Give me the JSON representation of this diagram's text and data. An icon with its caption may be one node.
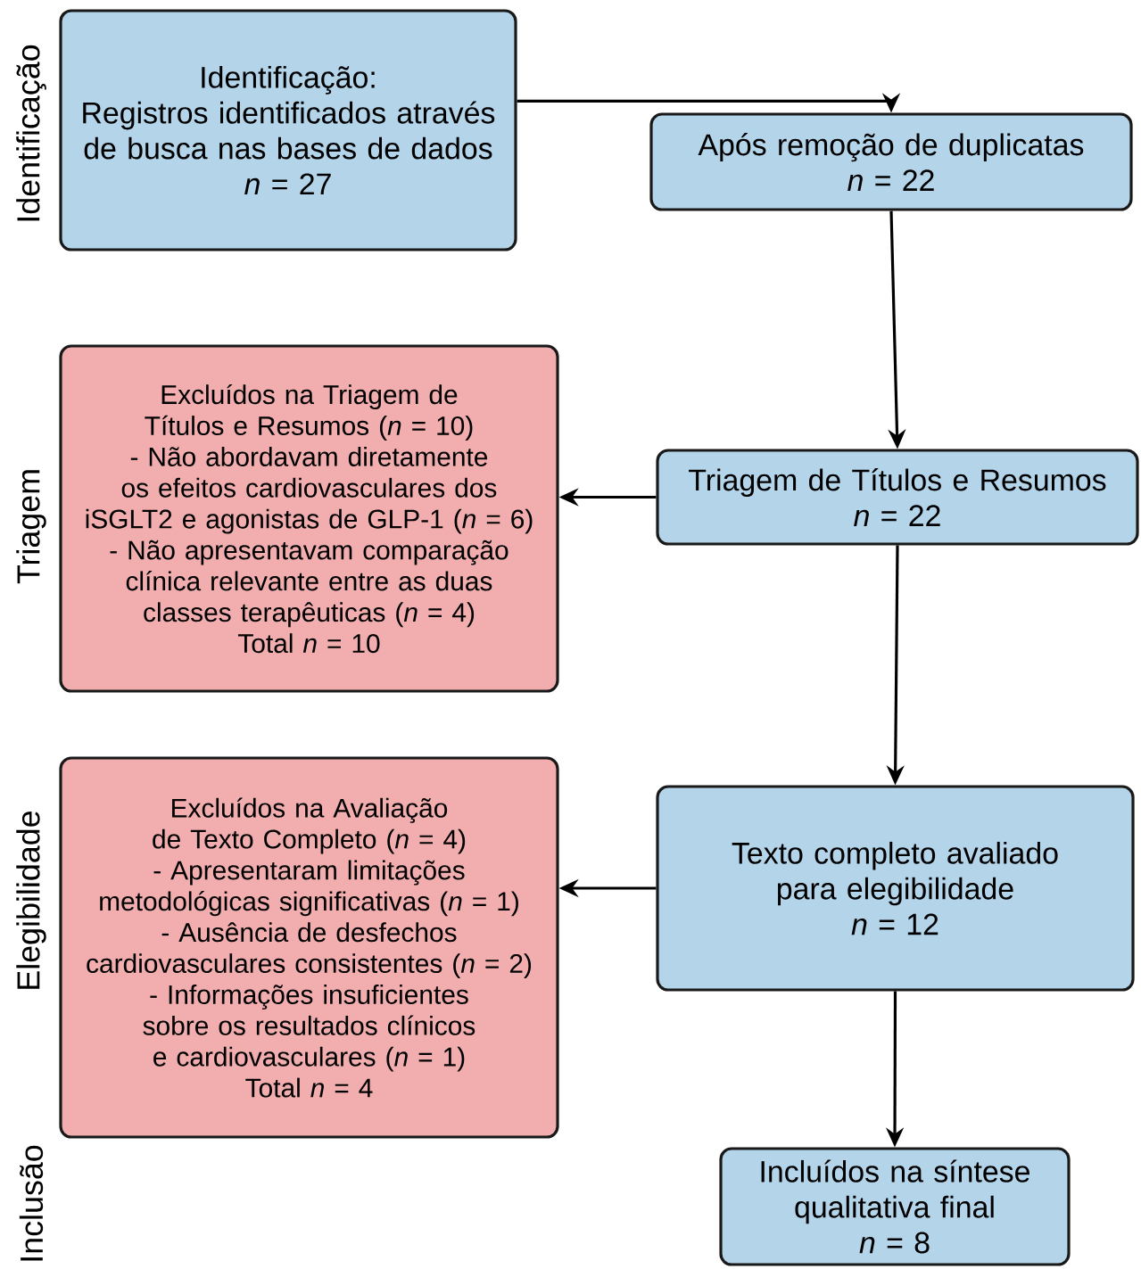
{
  "diagram": {
    "nodes": [
      {
        "text": [
          "Identificação:",
          "Registros identificados através de busca nas bases de dados",
          "*n* = 27"
        ]
      },
      {
        "text": [
          "Após remoção de duplicatas",
          "*n* = 22"
        ]
      },
      {
        "text": [
          "Excluídos na Triagem de Títulos e Resumos (*n* = 10)",
          "- Não abordavam diretamente os efeitos cardiovasculares dos iSGLT2 e agonistas de GLP-1 (*n* = 6)",
          "- Não apresentavam comparação clínica relevante entre as duas classes terapêuticas (*n* = 4)",
          "Total *n* = 10"
        ]
      },
      {
        "text": [
          "Triagem de Títulos e Resumos",
          "*n* = 22"
        ]
      },
      {
        "text": [
          "Excluídos na Avaliação de Texto Completo (*n* = 4)",
          "- Apresentaram limitações metodológicas significativas (*n* = 1)",
          "- Ausência de desfechos cardiovasculares consistentes (*n* = 2)",
          "- Informações insuficientes sobre os resultados clínicos e cardiovasculares (*n* = 1)",
          "Total *n* = 4"
        ]
      },
      {
        "text": [
          "Texto completo avaliado para elegibilidade",
          "*n* = 12"
        ]
      },
      {
        "text": [
          "Incluídos na síntese qualitativa final",
          "*n* = 8"
        ]
      }
    ],
    "edges": [
      {
        "from": 0,
        "to": 1,
        "arrow": "to"
      },
      {
        "from": 1,
        "to": 3,
        "arrow": "to"
      },
      {
        "from": 3,
        "to": 2,
        "arrow": "to"
      },
      {
        "from": 3,
        "to": 5,
        "arrow": "to"
      },
      {
        "from": 5,
        "to": 4,
        "arrow": "to"
      },
      {
        "from": 5,
        "to": 6,
        "arrow": "to"
      }
    ],
    "labels": [
      "Identificação",
      "Triagem",
      "Elegibilidade",
      "Inclusão"
    ]
  }
}
